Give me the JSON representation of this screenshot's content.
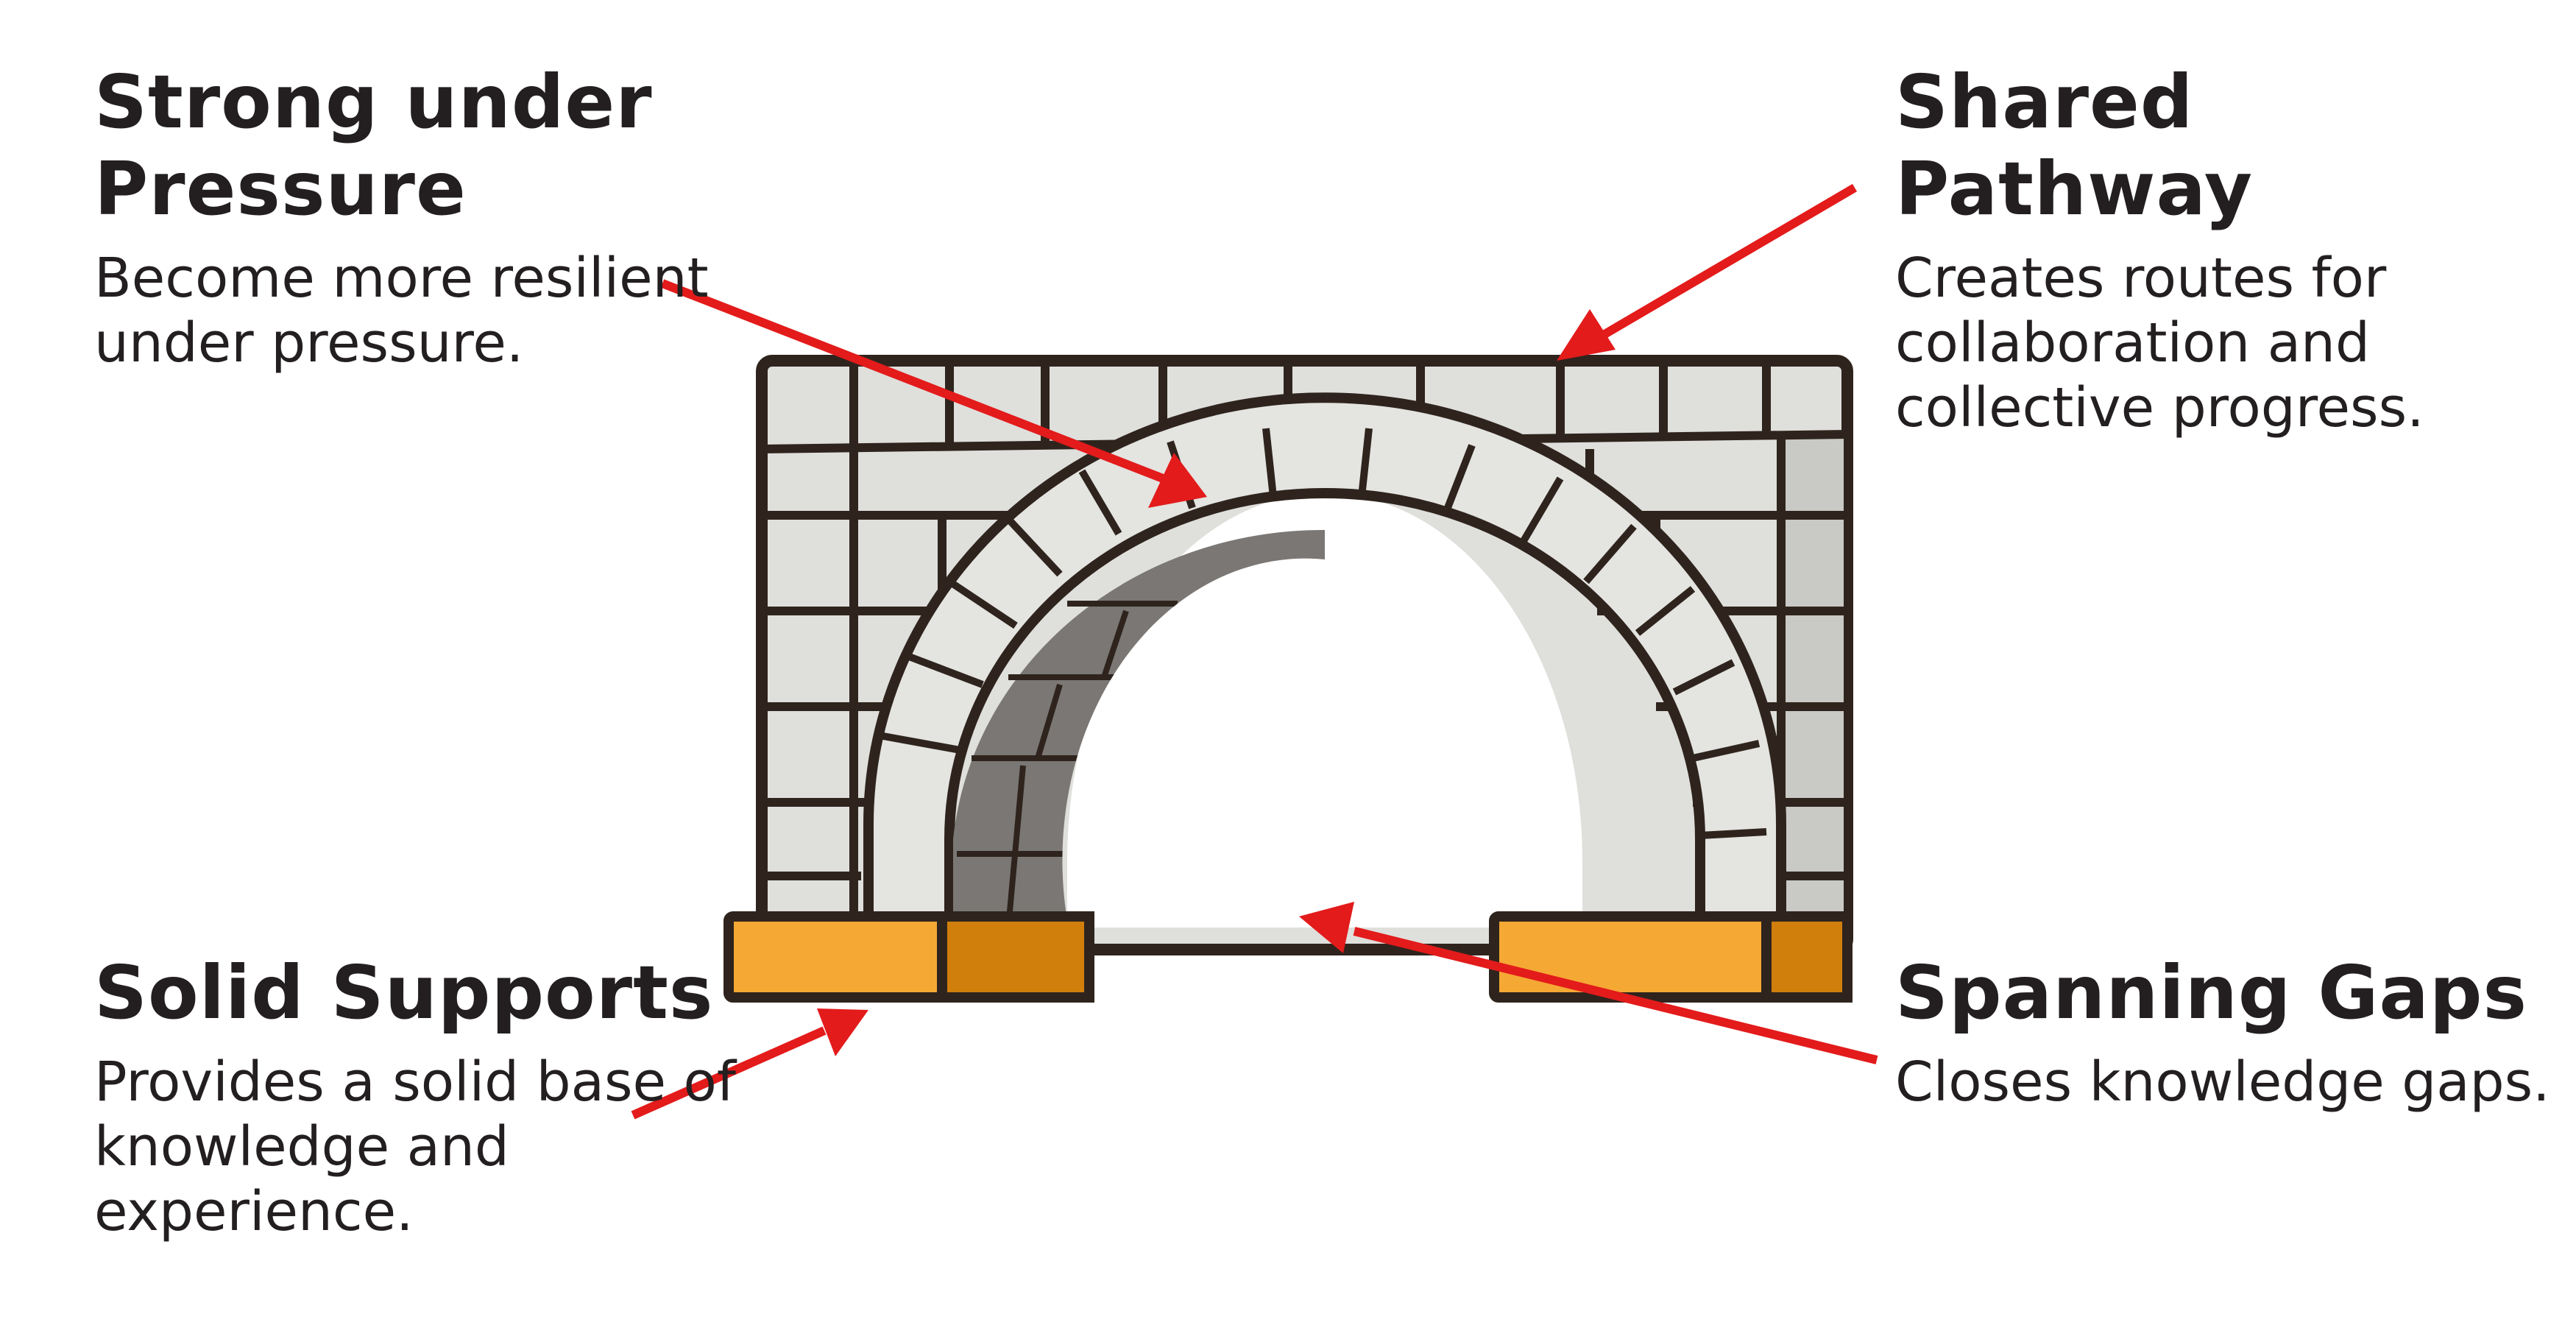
{
  "callouts": {
    "strong": {
      "title": "Strong under Pressure",
      "desc": "Become more resilient under pressure."
    },
    "pathway": {
      "title": "Shared Pathway",
      "desc": "Creates routes for collaboration and collective progress."
    },
    "supports": {
      "title": "Solid Supports",
      "desc": "Provides a solid base of knowledge and experience."
    },
    "gaps": {
      "title": "Spanning Gaps",
      "desc": "Closes knowledge gaps."
    }
  },
  "colors": {
    "stone": "#dfdfdc",
    "stone_shadow": "#a9a9a6",
    "outline": "#2f241d",
    "underside": "#7a7774",
    "base_light": "#f5a834",
    "base_dark": "#d07e0c",
    "arrow": "#e31b1b"
  },
  "icons": {
    "bridge": "stone-arch-bridge-icon",
    "arrow": "red-arrow-icon"
  }
}
